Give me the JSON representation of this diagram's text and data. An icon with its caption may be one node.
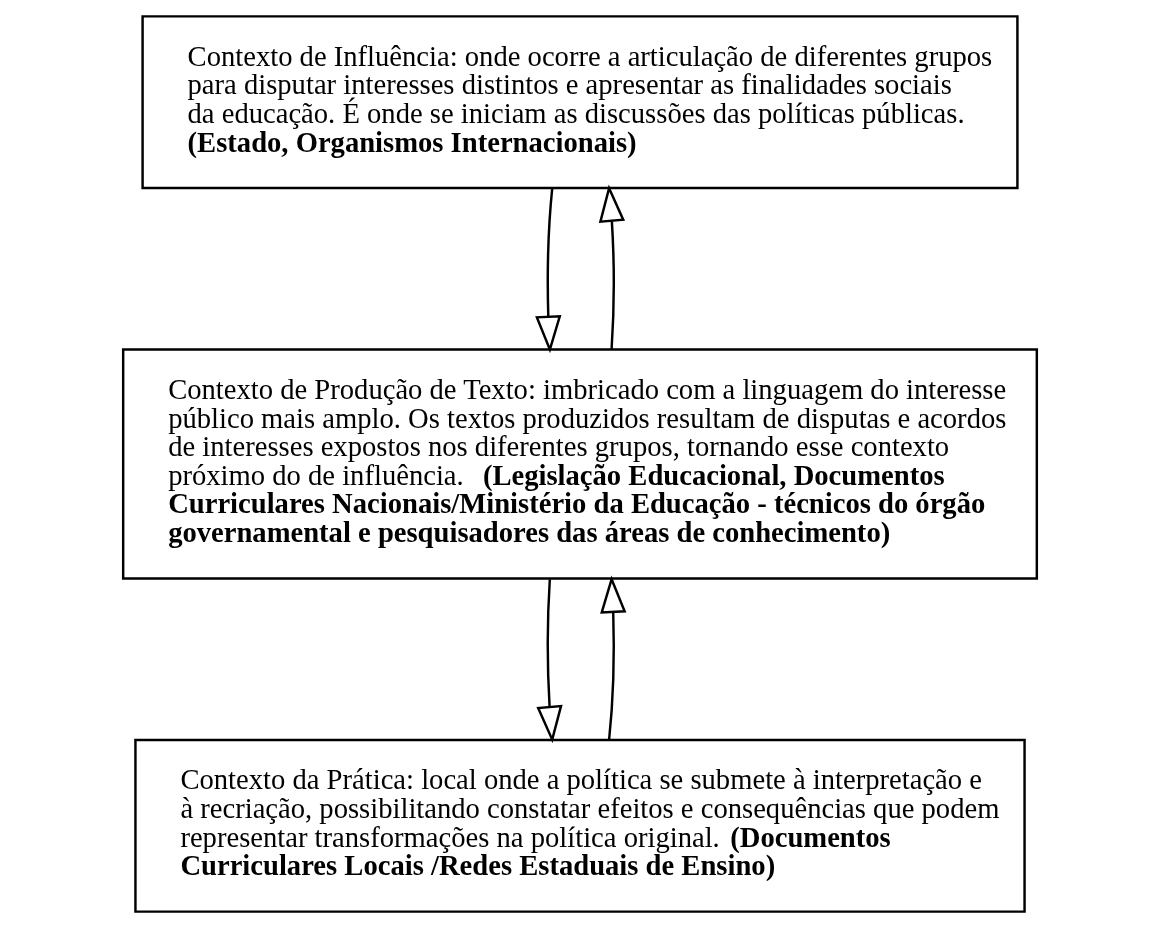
{
  "diagram": {
    "nodes": [
      {
        "text": [
          "Contexto de Influência: onde ocorre a articulação de diferentes grupos para disputar interesses distintos e apresentar as finalidades sociais da educação. É onde se iniciam as discussões das políticas públicas. **(Estado, Organismos Internacionais)**"
        ]
      },
      {
        "text": [
          "Contexto de Produção de Texto: imbricado com a linguagem do interesse público mais amplo. Os textos produzidos resultam de disputas e acordos de interesses expostos nos diferentes grupos, tornando esse contexto próximo do de influência. **(Legislação Educacional, Documentos Curriculares Nacionais/Ministério da Educação - técnicos do órgão governamental e pesquisadores das áreas de conhecimento)**"
        ]
      },
      {
        "text": [
          "Contexto da Prática: local onde a política se submete à interpretação e à recriação, possibilitando constatar efeitos e consequências que podem representar transformações na política original. **(Documentos Curriculares Locais /Redes Estaduais de Ensino)**"
        ]
      }
    ],
    "edges": [
      {
        "from": 0,
        "to": 1,
        "arrow": "to"
      },
      {
        "from": 1,
        "to": 0,
        "arrow": "to"
      },
      {
        "from": 1,
        "to": 2,
        "arrow": "to"
      },
      {
        "from": 2,
        "to": 1,
        "arrow": "to"
      }
    ]
  }
}
